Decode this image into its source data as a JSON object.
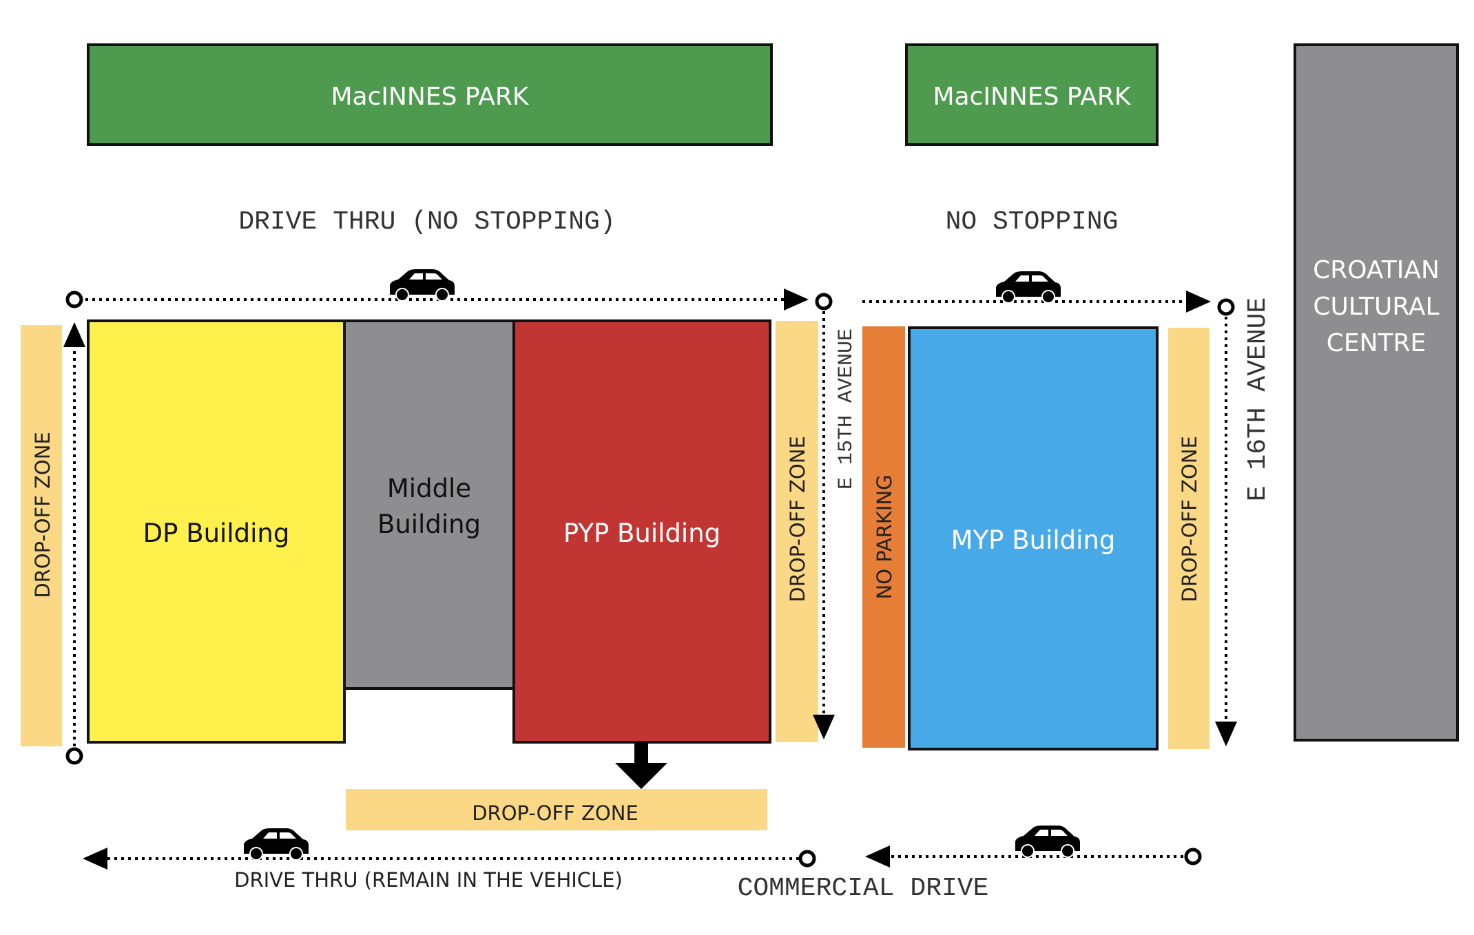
{
  "colors": {
    "park": "#4E9A4F",
    "dp_building": "#FFF04C",
    "middle_building": "#8E8E90",
    "pyp_building": "#C13633",
    "myp_building": "#48A9E8",
    "croatian_centre": "#8E8E90",
    "dropoff_zone": "#FAD886",
    "no_parking": "#E67E38",
    "outline": "#111111",
    "route": "#000000"
  },
  "icons": {
    "car": "car-icon",
    "route_start": "route-start-circle-icon",
    "route_arrow": "arrowhead-icon",
    "exit_arrow": "down-arrow-icon"
  },
  "parks": [
    {
      "label": "MacINNES PARK"
    },
    {
      "label": "MacINNES PARK"
    }
  ],
  "buildings": {
    "dp": "DP Building",
    "middle_line1": "Middle",
    "middle_line2": "Building",
    "pyp": "PYP Building",
    "myp": "MYP Building",
    "croatian_line1": "CROATIAN",
    "croatian_line2": "CULTURAL",
    "croatian_line3": "CENTRE"
  },
  "zones": {
    "dropoff": "DROP-OFF ZONE",
    "no_parking": "NO PARKING"
  },
  "streets": {
    "drive_thru_top": "DRIVE THRU (NO STOPPING)",
    "no_stopping": "NO STOPPING",
    "e15": "E 15TH AVENUE",
    "e16": "E 16TH AVENUE",
    "commercial": "COMMERCIAL DRIVE",
    "drive_thru_bottom": "DRIVE THRU (REMAIN IN THE VEHICLE)"
  }
}
